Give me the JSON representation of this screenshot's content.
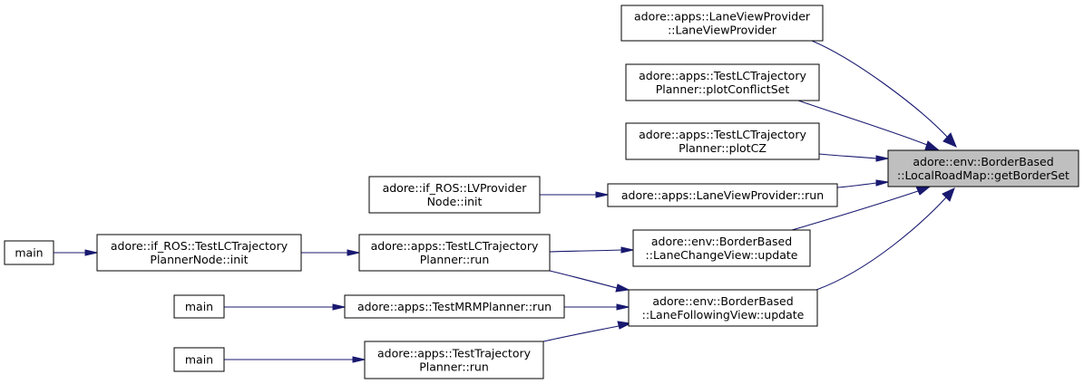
{
  "graph": {
    "edge_color": "#191970",
    "focus_fill": "#bfbfbf",
    "nodes": [
      {
        "id": "getBorderSet",
        "lines": [
          "adore::env::BorderBased",
          "::LocalRoadMap::getBorderSet"
        ],
        "focus": true
      },
      {
        "id": "lvp_ctor",
        "lines": [
          "adore::apps::LaneViewProvider",
          "::LaneViewProvider"
        ]
      },
      {
        "id": "plotConflictSet",
        "lines": [
          "adore::apps::TestLCTrajectory",
          "Planner::plotConflictSet"
        ]
      },
      {
        "id": "plotCZ",
        "lines": [
          "adore::apps::TestLCTrajectory",
          "Planner::plotCZ"
        ]
      },
      {
        "id": "lvp_run",
        "lines": [
          "adore::apps::LaneViewProvider::run"
        ]
      },
      {
        "id": "lvp_node_init",
        "lines": [
          "adore::if_ROS::LVProvider",
          "Node::init"
        ]
      },
      {
        "id": "lcv_update",
        "lines": [
          "adore::env::BorderBased",
          "::LaneChangeView::update"
        ]
      },
      {
        "id": "lfv_update",
        "lines": [
          "adore::env::BorderBased",
          "::LaneFollowingView::update"
        ]
      },
      {
        "id": "tlc_run",
        "lines": [
          "adore::apps::TestLCTrajectory",
          "Planner::run"
        ]
      },
      {
        "id": "tlc_node_init",
        "lines": [
          "adore::if_ROS::TestLCTrajectory",
          "PlannerNode::init"
        ]
      },
      {
        "id": "main1",
        "lines": [
          "main"
        ]
      },
      {
        "id": "mrm_run",
        "lines": [
          "adore::apps::TestMRMPlanner::run"
        ]
      },
      {
        "id": "main2",
        "lines": [
          "main"
        ]
      },
      {
        "id": "tt_run",
        "lines": [
          "adore::apps::TestTrajectory",
          "Planner::run"
        ]
      },
      {
        "id": "main3",
        "lines": [
          "main"
        ]
      }
    ],
    "edges": [
      {
        "from": "lvp_ctor",
        "to": "getBorderSet"
      },
      {
        "from": "plotConflictSet",
        "to": "getBorderSet"
      },
      {
        "from": "plotCZ",
        "to": "getBorderSet"
      },
      {
        "from": "lvp_run",
        "to": "getBorderSet"
      },
      {
        "from": "lcv_update",
        "to": "getBorderSet"
      },
      {
        "from": "lfv_update",
        "to": "getBorderSet"
      },
      {
        "from": "lvp_node_init",
        "to": "lvp_run"
      },
      {
        "from": "tlc_run",
        "to": "lcv_update"
      },
      {
        "from": "tlc_run",
        "to": "lfv_update"
      },
      {
        "from": "mrm_run",
        "to": "lfv_update"
      },
      {
        "from": "tt_run",
        "to": "lfv_update"
      },
      {
        "from": "tlc_node_init",
        "to": "tlc_run"
      },
      {
        "from": "main1",
        "to": "tlc_node_init"
      },
      {
        "from": "main2",
        "to": "mrm_run"
      },
      {
        "from": "main3",
        "to": "tt_run"
      }
    ]
  }
}
